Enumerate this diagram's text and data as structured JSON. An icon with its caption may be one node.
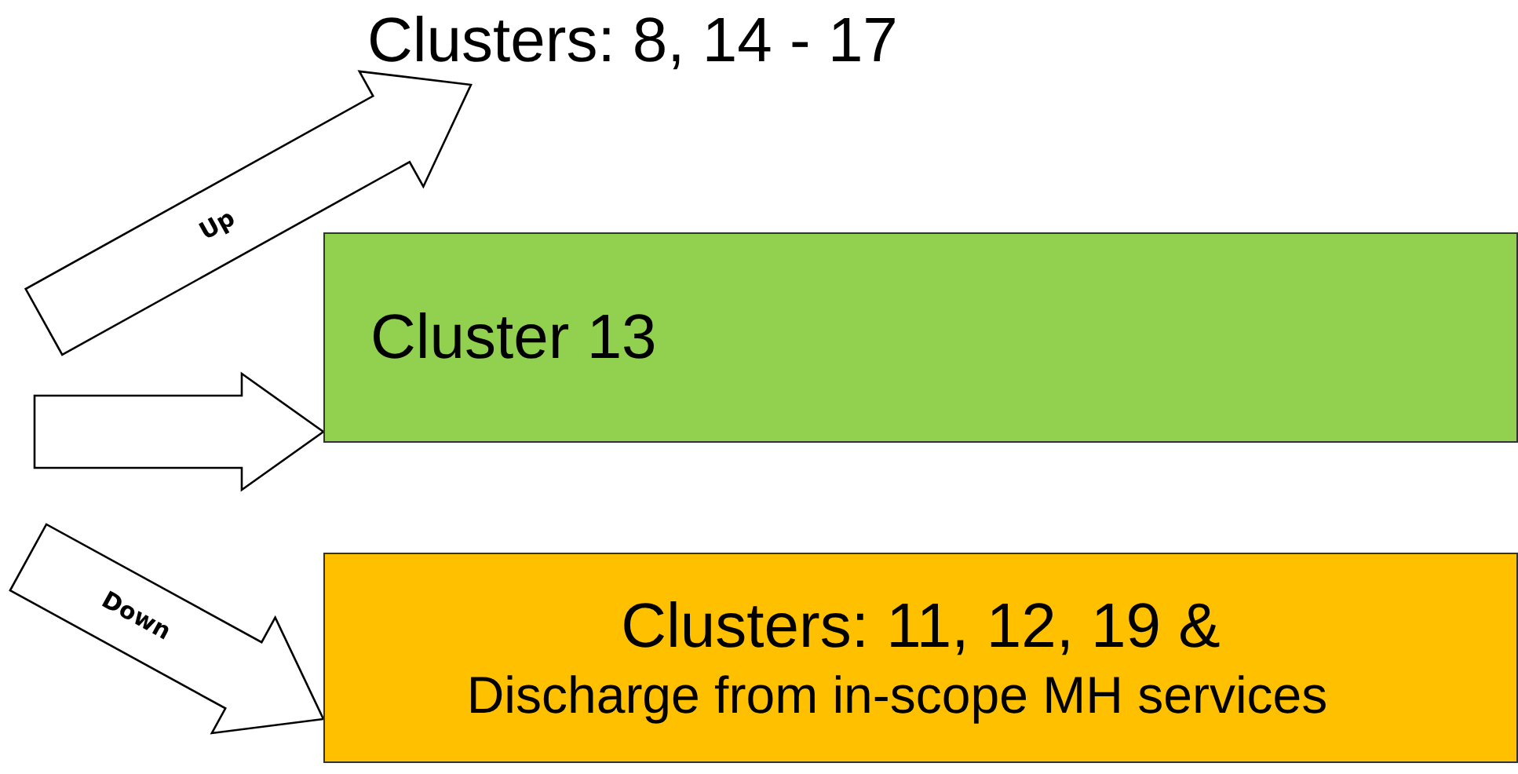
{
  "diagram": {
    "nodes": [
      {
        "text": [
          "Clusters: 8, 14 - 17"
        ]
      },
      {
        "text": [
          "Cluster 13"
        ]
      },
      {
        "text": [
          "Clusters: 11, 12, 19 &",
          "Discharge from in-scope MH services"
        ]
      }
    ],
    "edges": [
      {
        "from": null,
        "to": 0,
        "arrow": "to",
        "label": "Up"
      },
      {
        "from": null,
        "to": 1,
        "arrow": "to"
      },
      {
        "from": null,
        "to": 2,
        "arrow": "to",
        "label": "Down"
      }
    ]
  }
}
